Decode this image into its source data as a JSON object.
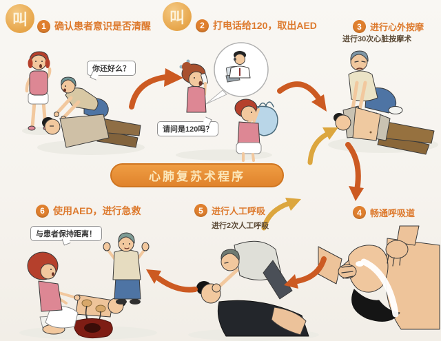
{
  "banner": {
    "title": "心肺复苏术程序"
  },
  "call_badges": [
    {
      "label": "叫"
    },
    {
      "label": "叫"
    }
  ],
  "steps": [
    {
      "num": "1",
      "label": "确认患者意识是否清醒",
      "sub": ""
    },
    {
      "num": "2",
      "label": "打电话给120，取出AED",
      "sub": ""
    },
    {
      "num": "3",
      "label": "进行心外按摩",
      "sub": "进行30次心脏按摩术"
    },
    {
      "num": "4",
      "label": "畅通呼吸道",
      "sub": ""
    },
    {
      "num": "5",
      "label": "进行人工呼吸",
      "sub": "进行2次人工呼吸"
    },
    {
      "num": "6",
      "label": "使用AED，进行急救",
      "sub": ""
    }
  ],
  "speech_bubbles": [
    {
      "text": "你还好么？"
    },
    {
      "text": "请问是120吗？"
    },
    {
      "text": "与患者保持距离！"
    }
  ],
  "colors": {
    "accent_orange": "#dd7a2e",
    "badge_fill": "#df7f2e",
    "call_circle": "#e8a84e",
    "banner_fill": "#e5913a",
    "banner_border": "#cf7520",
    "arrow_red": "#cc5a22",
    "arrow_gold": "#dca63e",
    "subtitle_brown": "#5d4c38"
  }
}
